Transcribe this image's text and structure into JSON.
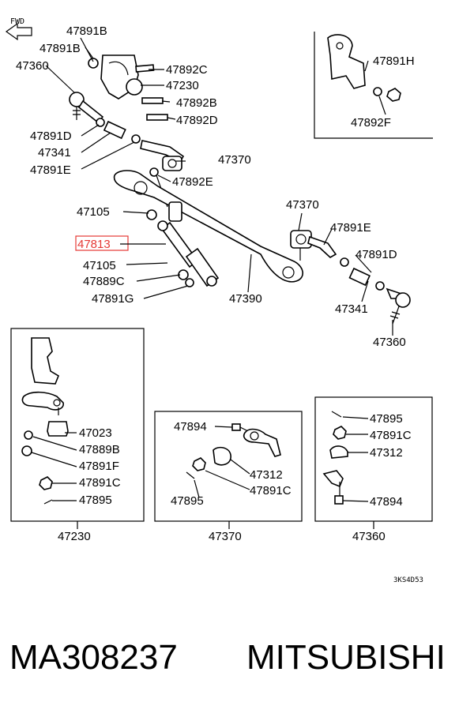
{
  "fwd_label": "FWD",
  "diagram_code": "3KS4D53",
  "highlight_color": "#e53935",
  "labels": {
    "l_47891B_top": "47891B",
    "l_47891B_2": "47891B",
    "l_47360_left": "47360",
    "l_47892C": "47892C",
    "l_47230": "47230",
    "l_47892B": "47892B",
    "l_47892D": "47892D",
    "l_47891D_left": "47891D",
    "l_47341_left": "47341",
    "l_47891E_left": "47891E",
    "l_47370_mid": "47370",
    "l_47892E": "47892E",
    "l_47105_a": "47105",
    "l_47813": "47813",
    "l_47105_b": "47105",
    "l_47889C": "47889C",
    "l_47891G": "47891G",
    "l_47390": "47390",
    "l_47370_right": "47370",
    "l_47891E_right": "47891E",
    "l_47891D_right": "47891D",
    "l_47341_right": "47341",
    "l_47360_right": "47360",
    "l_47891H": "47891H",
    "l_47892F": "47892F"
  },
  "detail_boxes": {
    "box1": {
      "caption": "47230",
      "items": [
        "47023",
        "47889B",
        "47891F",
        "47891C",
        "47895"
      ]
    },
    "box2": {
      "caption": "47370",
      "items": [
        "47894",
        "47312",
        "47895",
        "47891C"
      ]
    },
    "box3": {
      "caption": "47360",
      "items": [
        "47895",
        "47891C",
        "47312",
        "47894"
      ]
    }
  },
  "footer": {
    "part_number": "MA308237",
    "brand": "MITSUBISHI"
  }
}
